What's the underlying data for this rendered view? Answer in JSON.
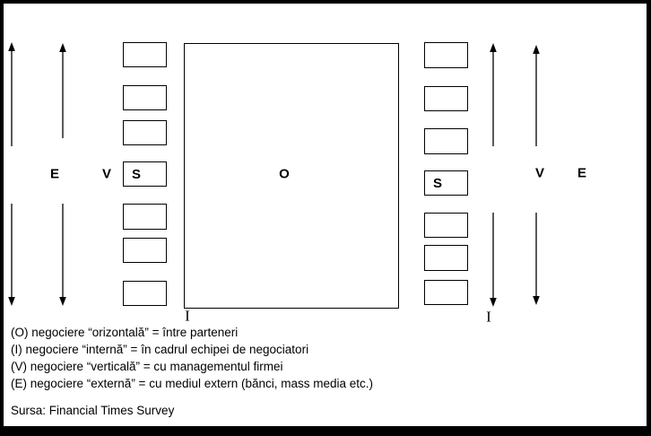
{
  "diagram": {
    "labels": {
      "left_external": "E",
      "left_vertical": "V",
      "left_team": "S",
      "center_horizontal": "O",
      "right_team": "S",
      "right_vertical": "V",
      "right_external": "E",
      "left_internal": "I",
      "right_internal": "I"
    },
    "legend": [
      "(O) negociere “orizontală” = între parteneri",
      "(I) negociere “internă” = în cadrul echipei de negociatori",
      "(V) negociere “verticală” = cu managementul firmei",
      "(E) negociere “externă” = cu mediul extern (bănci, mass media etc.)"
    ],
    "source": "Sursa: Financial Times Survey"
  }
}
